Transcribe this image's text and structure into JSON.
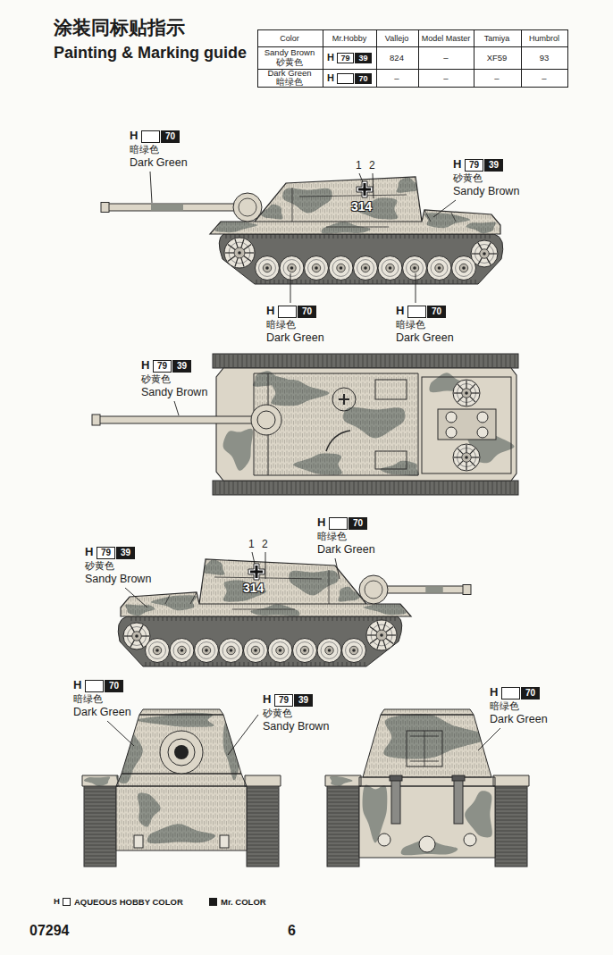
{
  "diagram": {
    "title": "Painting & Marking guide",
    "labels": [
      "涂装同标贴指示",
      "Color",
      "Mr.Hobby",
      "Vallejo",
      "Model Master",
      "Tamiya",
      "Humbrol",
      "Sandy Brown",
      "砂黄色",
      "H",
      "79",
      "39",
      "824",
      "–",
      "XF59",
      "93",
      "Dark Green",
      "暗绿色",
      "H",
      "70",
      "–",
      "–",
      "–",
      "–",
      "H",
      "70",
      "暗绿色",
      "Dark Green",
      "1",
      "2",
      "314",
      "H",
      "79",
      "39",
      "砂黄色",
      "Sandy Brown",
      "H",
      "70",
      "暗绿色",
      "Dark Green",
      "H",
      "70",
      "暗绿色",
      "Dark Green",
      "H",
      "79",
      "39",
      "砂黄色",
      "Sandy Brown",
      "H",
      "79",
      "39",
      "砂黄色",
      "Sandy Brown",
      "1",
      "2",
      "314",
      "H",
      "70",
      "暗绿色",
      "Dark Green",
      "H",
      "70",
      "暗绿色",
      "Dark Green",
      "H",
      "79",
      "39",
      "砂黄色",
      "Sandy Brown",
      "H",
      "70",
      "暗绿色",
      "Dark Green",
      "H",
      "07294",
      "6"
    ],
    "legend": [
      {
        "text": "AQUEOUS HOBBY COLOR",
        "color": "#ffffff"
      },
      {
        "text": "Mr. COLOR",
        "color": "#1a1a1a"
      }
    ]
  }
}
